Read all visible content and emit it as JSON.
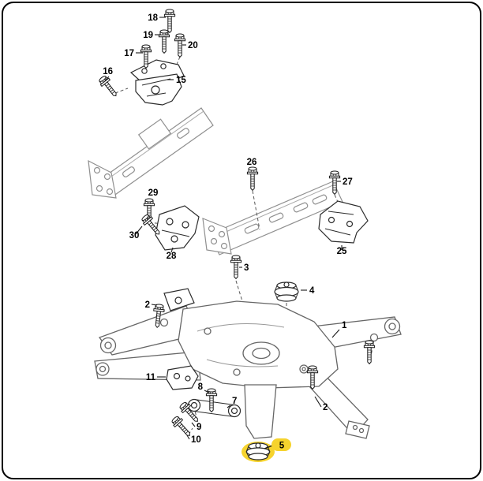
{
  "diagram": {
    "kind": "exploded-parts-diagram",
    "background": "#ffffff",
    "border_color": "#000000",
    "line_color": "#1a1a1a",
    "rail_color": "#909090",
    "highlight_color": "#f6d32d",
    "highlighted_callout": "5"
  },
  "callouts": [
    {
      "label": "18"
    },
    {
      "label": "19"
    },
    {
      "label": "17"
    },
    {
      "label": "20"
    },
    {
      "label": "16"
    },
    {
      "label": "15"
    },
    {
      "label": "26"
    },
    {
      "label": "27"
    },
    {
      "label": "29"
    },
    {
      "label": "30"
    },
    {
      "label": "28"
    },
    {
      "label": "25"
    },
    {
      "label": "3"
    },
    {
      "label": "4"
    },
    {
      "label": "1"
    },
    {
      "label": "2"
    },
    {
      "label": "2"
    },
    {
      "label": "11"
    },
    {
      "label": "8"
    },
    {
      "label": "7"
    },
    {
      "label": "9"
    },
    {
      "label": "10"
    },
    {
      "label": "5"
    }
  ]
}
